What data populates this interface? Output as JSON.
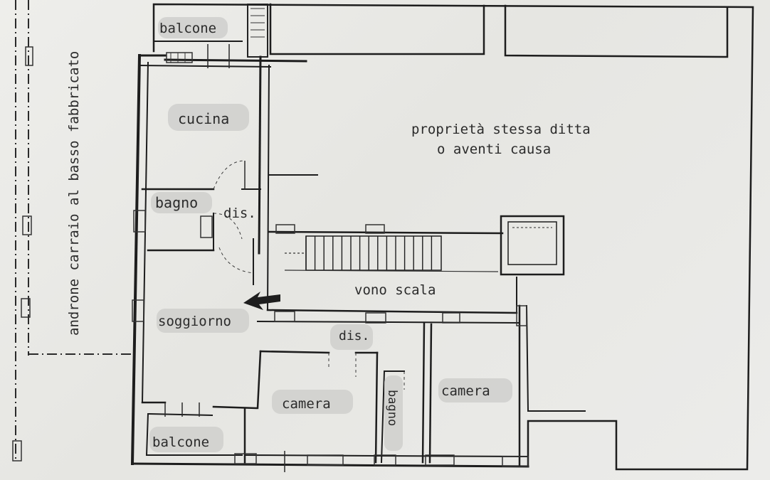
{
  "labels": {
    "balcone_top": "balcone",
    "cucina": "cucina",
    "bagno_left": "bagno",
    "dis_upper": "dis.",
    "soggiorno": "soggiorno",
    "vono_scala": "vono scala",
    "dis_lower": "dis.",
    "camera_center": "camera",
    "bagno_vertical": "bagno",
    "camera_right": "camera",
    "balcone_bottom": "balcone",
    "proprieta_line1": "proprietà stessa ditta",
    "proprieta_line2": "o aventi causa",
    "androne": "androne carraio al basso fabbricato"
  }
}
